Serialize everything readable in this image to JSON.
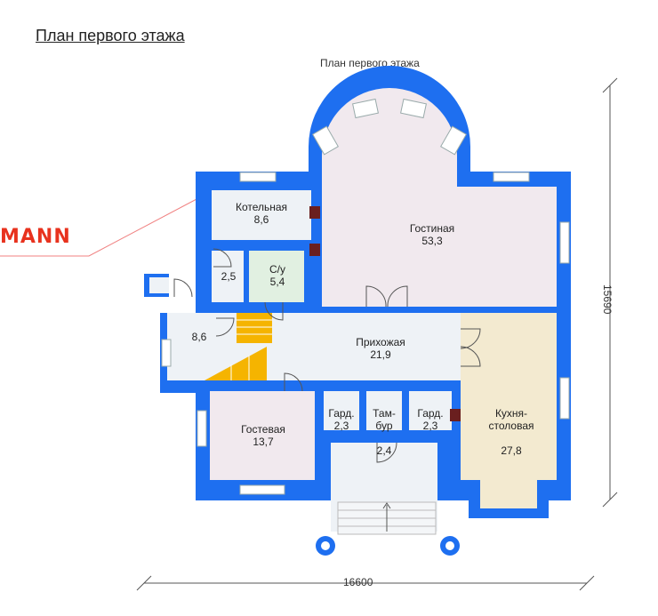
{
  "page": {
    "heading": "План первого этажа",
    "caption": "План первого этажа"
  },
  "brand": {
    "text": "MANN",
    "color": "#e8321e"
  },
  "dimensions": {
    "width": "16600",
    "height": "15690"
  },
  "colors": {
    "wall": "#1e6ff0",
    "floor": "#eef2f6",
    "living": "#f1e9ee",
    "kitchen": "#f3ead0",
    "wc": "#e1f0e1",
    "stairs": "#f5b400"
  },
  "rooms": {
    "boiler": {
      "name": "Котельная",
      "area": "8,6"
    },
    "small": {
      "area": "2,5"
    },
    "wc": {
      "name": "С/у",
      "area": "5,4"
    },
    "living": {
      "name": "Гостиная",
      "area": "53,3"
    },
    "hall_left": {
      "area": "8,6"
    },
    "hallway": {
      "name": "Прихожая",
      "area": "21,9"
    },
    "guest": {
      "name": "Гостевая",
      "area": "13,7"
    },
    "wardrobe1": {
      "name": "Гард.",
      "area": "2,3"
    },
    "vestibule": {
      "name": "Там-\nбур",
      "area": "2,4"
    },
    "wardrobe2": {
      "name": "Гард.",
      "area": "2,3"
    },
    "kitchen": {
      "name": "Кухня-\nстоловая",
      "area": "27,8"
    }
  }
}
